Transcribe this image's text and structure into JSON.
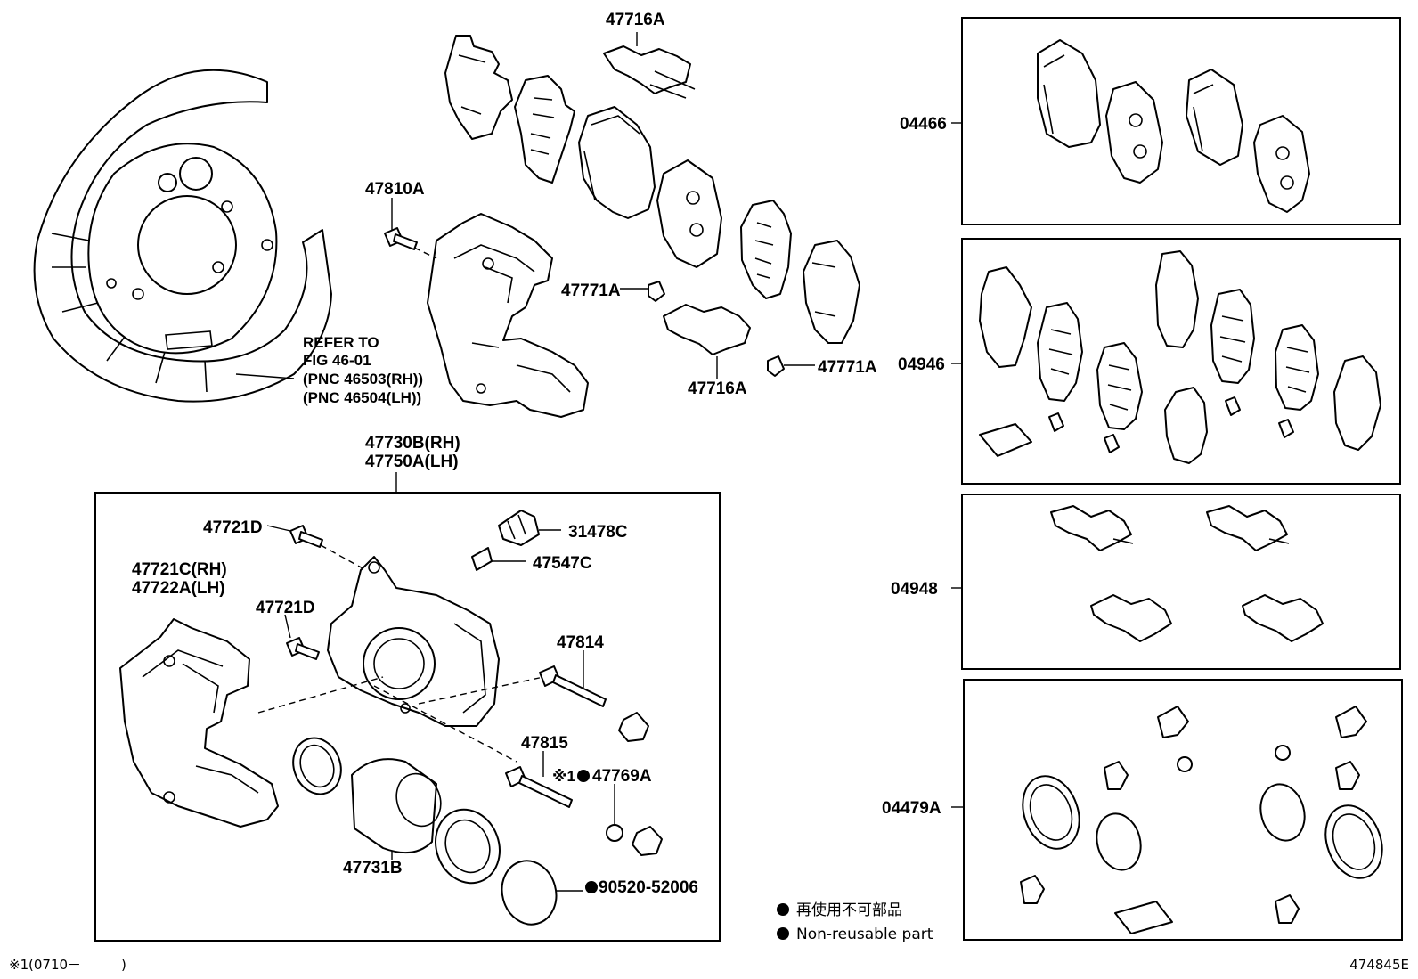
{
  "labels": {
    "shield_refer_1": "REFER TO",
    "shield_refer_2": "FIG 46-01",
    "shield_refer_3": "(PNC 46503(RH))",
    "shield_refer_4": "(PNC 46504(LH))",
    "p47716A_top": "47716A",
    "p47810A": "47810A",
    "p47771A_left": "47771A",
    "p47771A_right": "47771A",
    "p47716A_bottom": "47716A",
    "p47730B": "47730B(RH)",
    "p47750A": "47750A(LH)",
    "p47721D_top": "47721D",
    "p31478C": "31478C",
    "p47547C": "47547C",
    "p47721C": "47721C(RH)",
    "p47722A": "47722A(LH)",
    "p47721D_mid": "47721D",
    "p47814": "47814",
    "p47815": "47815",
    "p47769A_mark": "※1",
    "p47769A": "47769A",
    "p47731B": "47731B",
    "p90520": "90520-52006",
    "k04466": "04466",
    "k04946": "04946",
    "k04948": "04948",
    "k04479A": "04479A"
  },
  "legend": {
    "japanese": "再使用不可部品",
    "english": "Non-reusable part"
  },
  "footnote": {
    "mark": "※1",
    "range": "(0710－　　　)"
  },
  "figure_id": "474845E"
}
